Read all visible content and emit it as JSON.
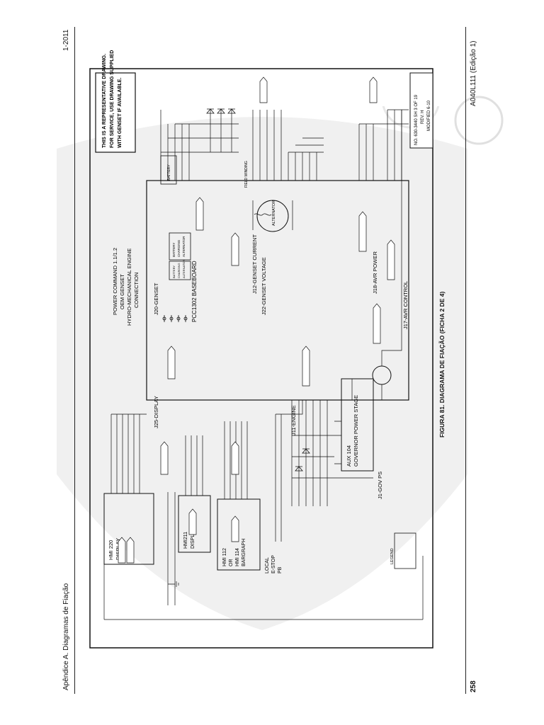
{
  "header": {
    "section": "Apêndice A.   Diagramas de Fiação",
    "date": "1-2011"
  },
  "footer": {
    "page_number": "258",
    "doc_id": "A040L111 (Edição 1)"
  },
  "figure": {
    "caption": "FIGURA 81.   DIAGRAMA DE FIAÇÃO (FICHA 2 DE 4)"
  },
  "diagram": {
    "title_lines": [
      "POWER COMMAND 1.1/1.2",
      "OEM GENSET",
      "HYDRO-MECHANICAL ENGINE",
      "CONNECTION"
    ],
    "baseboard": "PCC1302 BASEBOARD",
    "note_lines": [
      "THIS IS A REPRESENTATIVE DRAWING.",
      "FOR SERVICE, USE DRAWING SUPPLIED",
      "WITH GENSET IF AVAILABLE."
    ],
    "title_block": [
      "NO. 630-3440 SH 3 OF 19",
      "REV. H",
      "MODIFIED 6-10"
    ],
    "connectors": {
      "j20": "J20-GENSET",
      "j12": "J12-GENSET CURRENT",
      "j22": "J22-GENSET VOLTAGE",
      "j18": "J18-AVR POWER",
      "j17": "J17-AVR CONTROL",
      "j25": "J25-DISPLAY",
      "j11": "J11-ENGINE",
      "j1": "J1-GOV PS"
    },
    "blocks": {
      "hmi220": [
        "HMI 220",
        "DISPLAY"
      ],
      "hmi211": [
        "HMI211",
        "DISPLAY"
      ],
      "hmi112": [
        "HMI 112",
        "OR",
        "HMI 114",
        "BARGRAPH"
      ],
      "estop": [
        "LOCAL",
        "E-STOP",
        "PB"
      ],
      "aux104": [
        "AUX 104",
        "GOVERNOR POWER STAGE"
      ],
      "alternator": "ALTERNATOR",
      "battery": "BATTERY",
      "battery_alt_1": [
        "BATTERY",
        "CHARGING",
        "ALTERNATOR"
      ],
      "battery_alt_2": [
        "BATTERY",
        "CHARGING",
        "ALTERNATOR"
      ],
      "field_winding": "FIELD WINDING",
      "legend": "LEGEND"
    }
  }
}
